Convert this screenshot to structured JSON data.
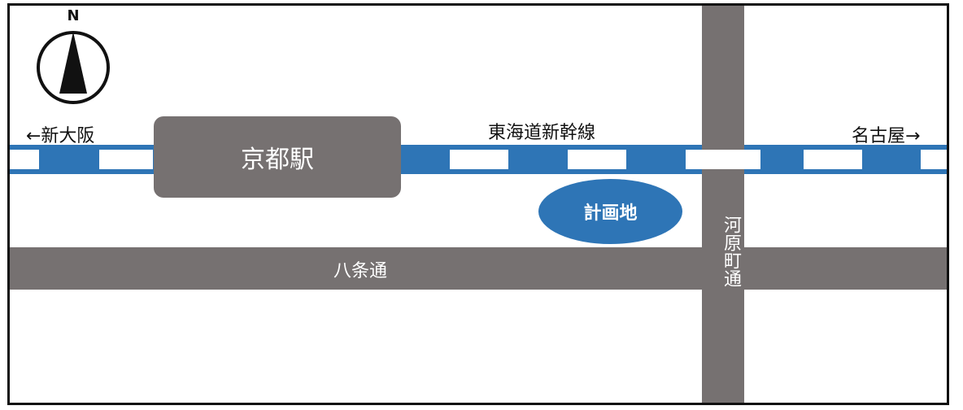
{
  "compass": {
    "north_label": "N"
  },
  "rail": {
    "name": "東海道新幹線",
    "west_label": "←新大阪",
    "east_label": "名古屋→",
    "color": "#2e75b6"
  },
  "station": {
    "name": "京都駅"
  },
  "site": {
    "name": "計画地",
    "color": "#2e75b6"
  },
  "roads": {
    "horizontal": "八条通",
    "vertical": "河原町通",
    "color": "#767171"
  }
}
